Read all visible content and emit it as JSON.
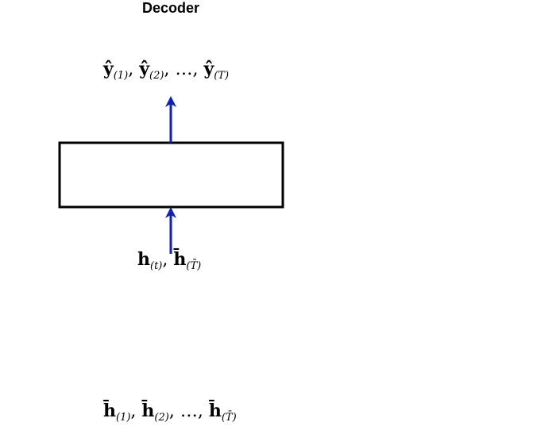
{
  "title": "Decoder",
  "outputs": {
    "symbol": "ŷ",
    "first_index": "(1)",
    "second_index": "(2)",
    "ellipsis": "…",
    "last_index": "(T)"
  },
  "decoder_inputs": {
    "state_symbol": "h",
    "state_index": "(t)",
    "context_symbol": "h̄",
    "context_index": "(T̄)"
  },
  "encoder_states": {
    "symbol": "h̄",
    "first_index": "(1)",
    "second_index": "(2)",
    "ellipsis": "…",
    "last_index": "(T̄)"
  },
  "colors": {
    "arrow": "#1020b0",
    "box_border": "#000000"
  }
}
